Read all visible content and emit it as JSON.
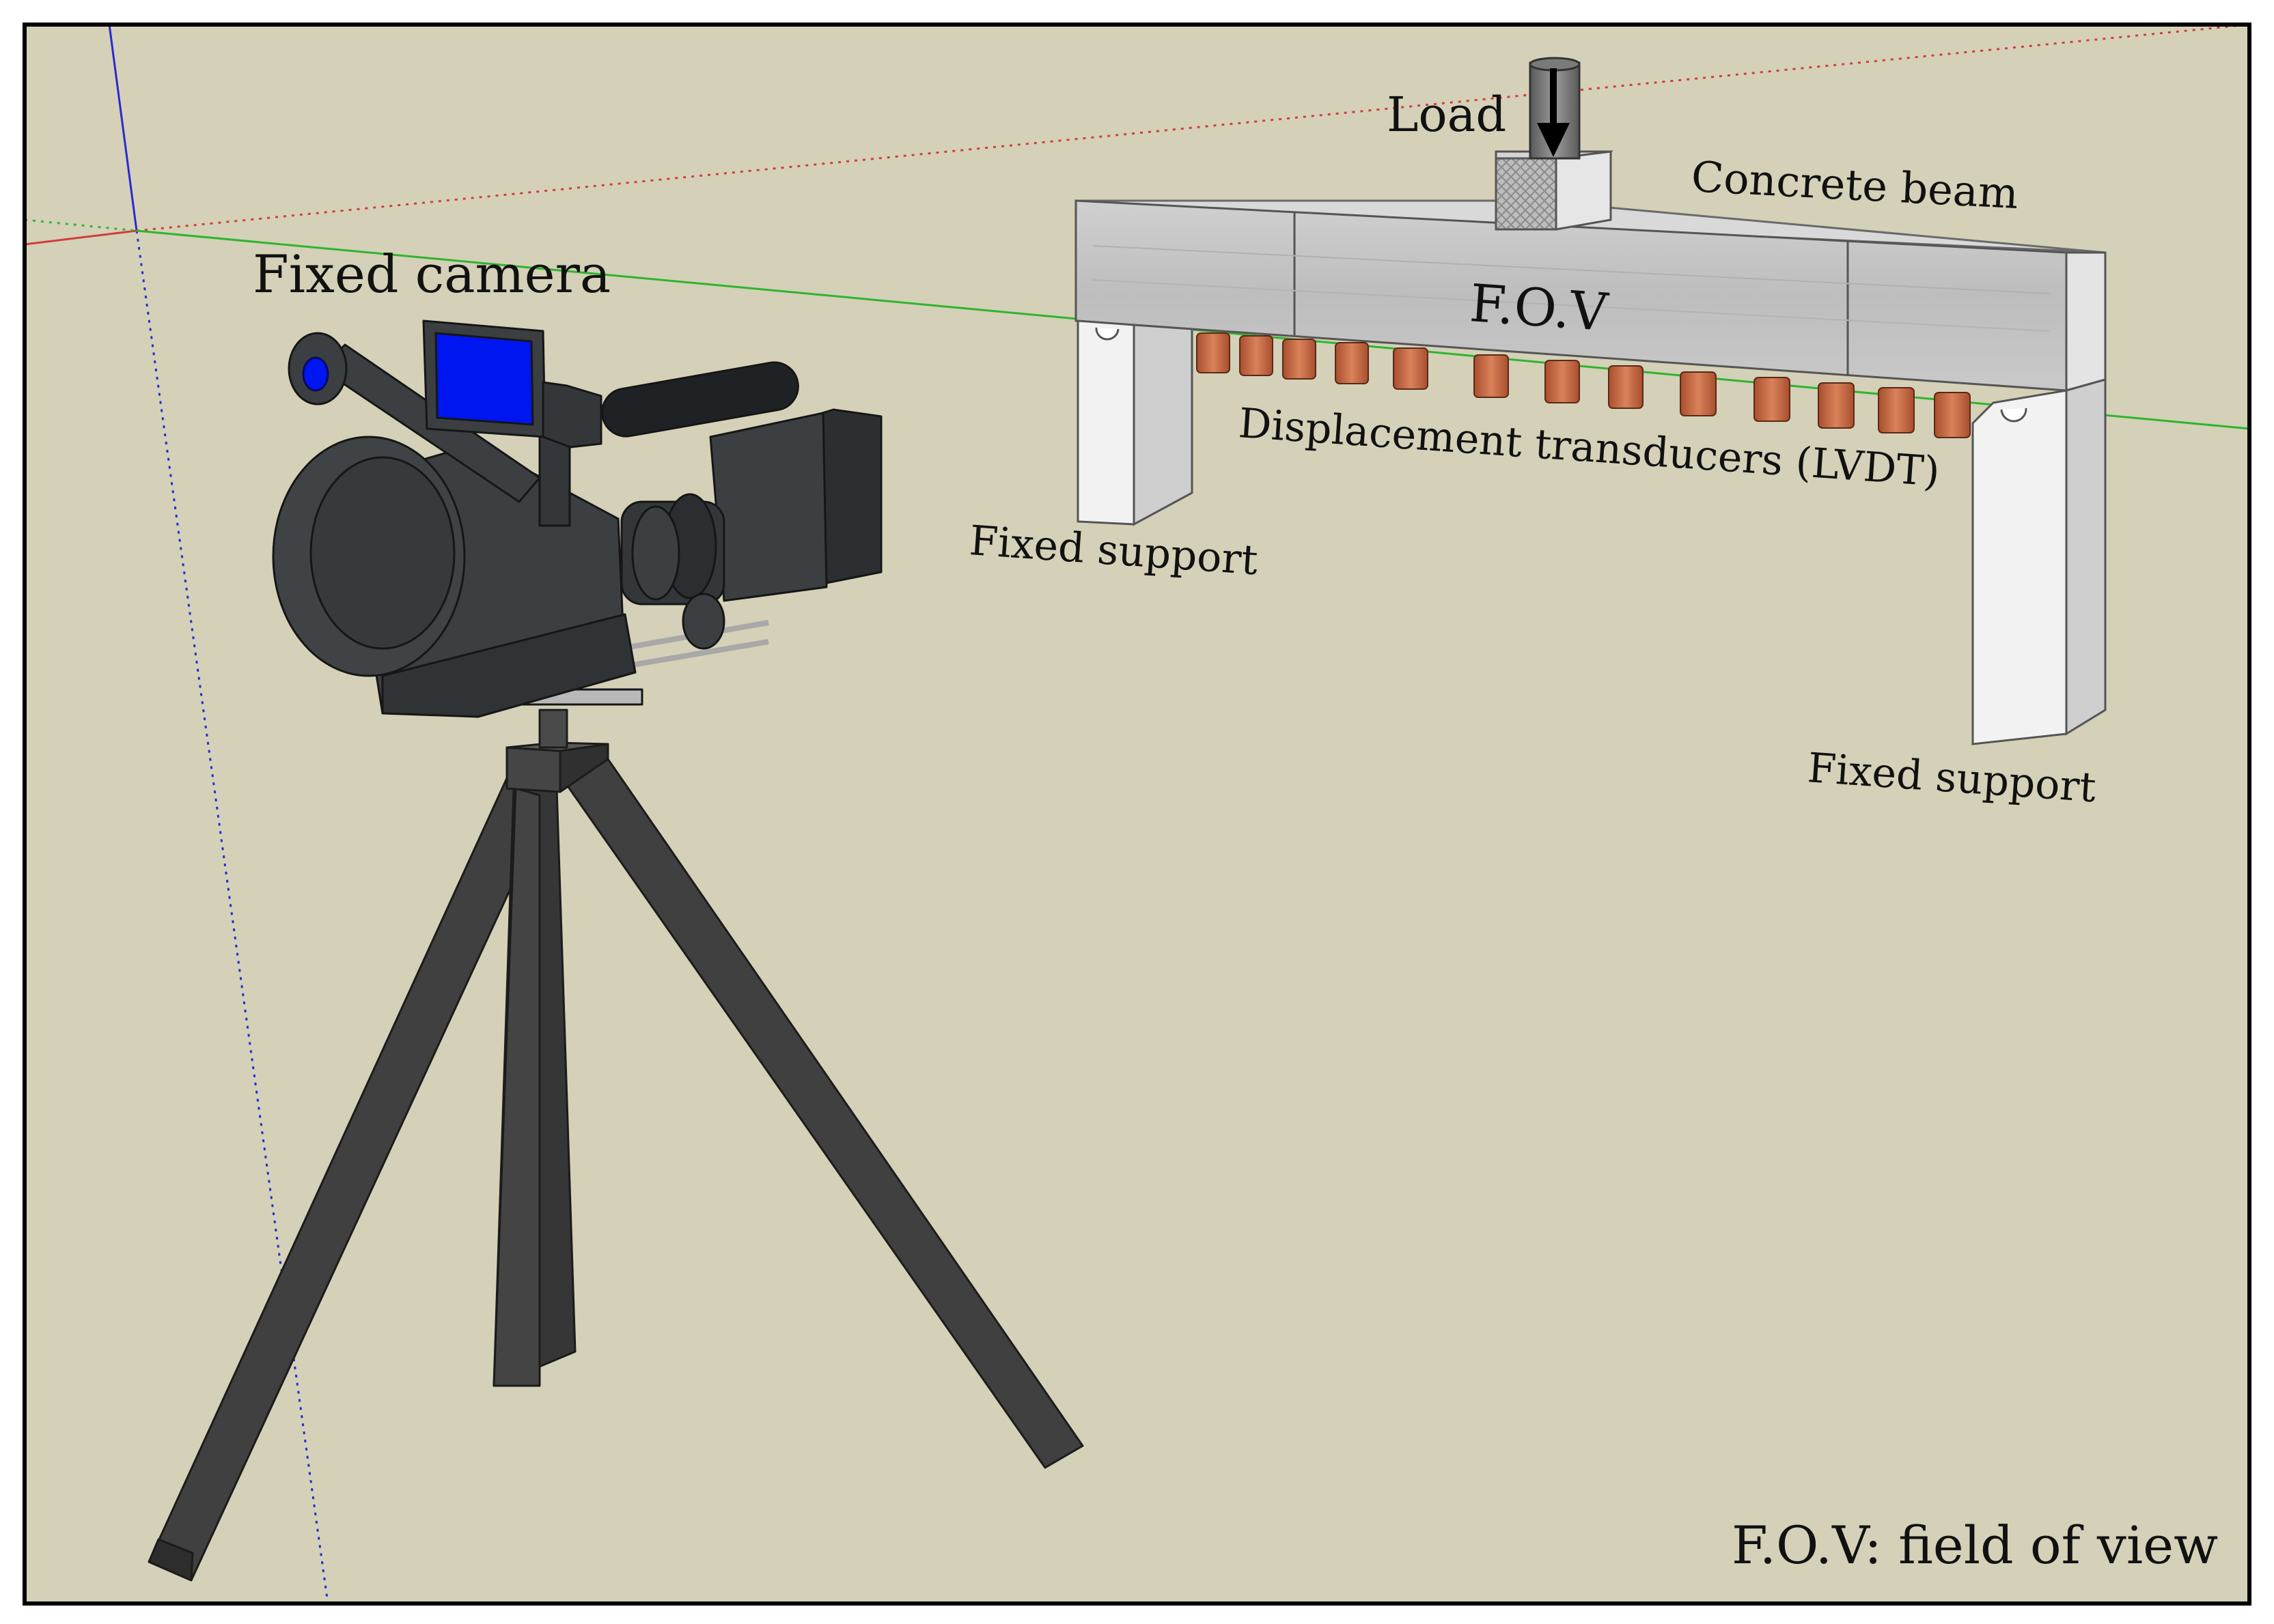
{
  "labels": {
    "load": "Load",
    "concrete_beam": "Concrete beam",
    "fov": "F.O.V",
    "fixed_camera": "Fixed camera",
    "displacement_transducers": "Displacement transducers (LVDT)",
    "fixed_support_left": "Fixed support",
    "fixed_support_right": "Fixed support",
    "legend": "F.O.V: field of view"
  },
  "colors": {
    "background": "#d4d1b8",
    "frame": "#000000",
    "beam": "#c6c6c6",
    "beam_face": "#bcbcbc",
    "support": "#f2f2f2",
    "support_side": "#cfcfcf",
    "lvdt": "#c8663f",
    "camera_body": "#3b3f42",
    "camera_screen": "#0016f0",
    "tripod": "#3a3a3a",
    "axis_green": "#2fb52f",
    "axis_red": "#d43c3c",
    "axis_blue": "#2a2ad0"
  },
  "icons": {
    "load_arrow": "arrow-down-icon",
    "camera": "video-camera-icon",
    "tripod": "tripod-icon"
  }
}
